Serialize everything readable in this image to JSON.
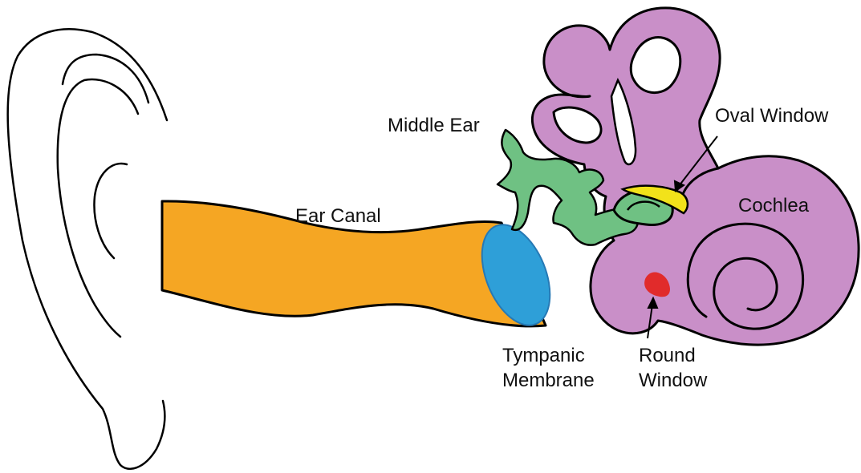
{
  "labels": {
    "middle_ear": "Middle Ear",
    "ear_canal": "Ear Canal",
    "oval_window": "Oval Window",
    "cochlea": "Cochlea",
    "tympanic_membrane_line1": "Tympanic",
    "tympanic_membrane_line2": "Membrane",
    "round_window_line1": "Round",
    "round_window_line2": "Window"
  },
  "colors": {
    "ear_canal": "#f5a623",
    "tympanic_membrane": "#2e9fd8",
    "middle_ear": "#6fc183",
    "inner_ear": "#c98fc8",
    "oval_window": "#f2e21a",
    "round_window": "#e12b2b",
    "outline": "#000000"
  }
}
